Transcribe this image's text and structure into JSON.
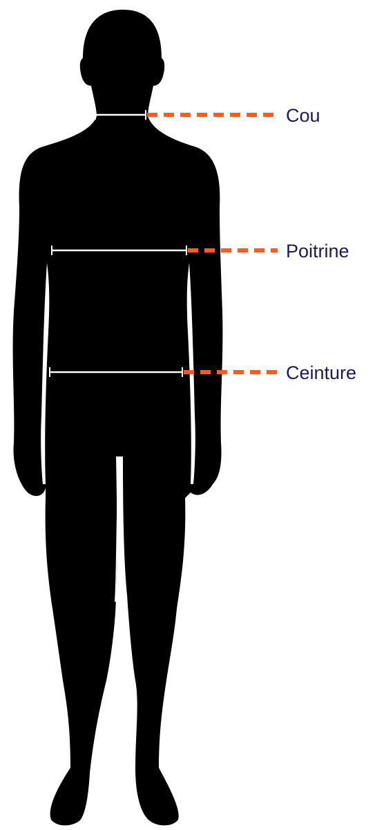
{
  "colors": {
    "silhouette": "#000000",
    "measure_line": "#ffffff",
    "leader_line": "#ff5a1f",
    "label_text": "#1e1860"
  },
  "measurements": [
    {
      "key": "neck",
      "label": "Cou"
    },
    {
      "key": "chest",
      "label": "Poitrine"
    },
    {
      "key": "waist",
      "label": "Ceinture"
    }
  ]
}
